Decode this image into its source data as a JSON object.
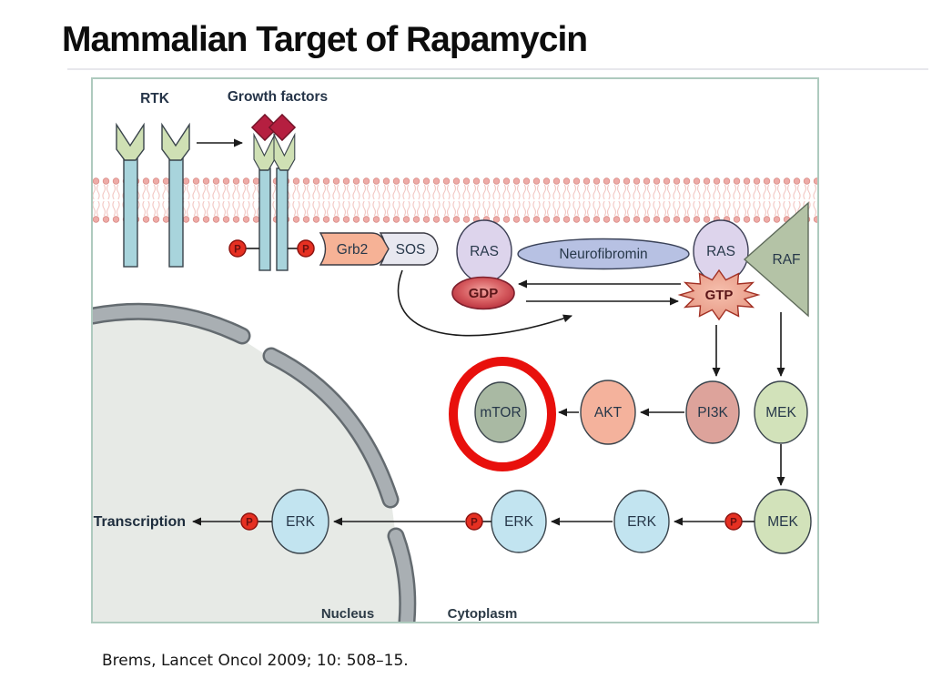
{
  "slide": {
    "title": "Mammalian Target of Rapamycin",
    "citation": "Brems, Lancet Oncol 2009; 10: 508–15."
  },
  "figure": {
    "receptor_section": {
      "rtk_label": "RTK",
      "growth_factors_label": "Growth factors"
    },
    "adapters": {
      "grb2": "Grb2",
      "sos": "SOS"
    },
    "ras_cycle": {
      "ras_inactive": "RAS",
      "gdp": "GDP",
      "neurofibromin": "Neurofibromin",
      "ras_active": "RAS",
      "gtp": "GTP",
      "raf": "RAF"
    },
    "akt_branch": {
      "mtor": "mTOR",
      "akt": "AKT",
      "pi3k": "PI3K"
    },
    "mapk_branch": {
      "mek_upper": "MEK",
      "mek_lower": "MEK",
      "erk_outer": "ERK",
      "erk_inner": "ERK",
      "erk_nuclear": "ERK"
    },
    "phosphate_label": "P",
    "transcription_label": "Transcription",
    "compartments": {
      "nucleus": "Nucleus",
      "cytoplasm": "Cytoplasm"
    },
    "colors": {
      "highlight_ring": "#e8100c",
      "phosphate_red": "#e63022",
      "membrane_pink": "#efaca8",
      "receptor_stem_blue": "#a8d4dc",
      "receptor_head_green": "#cfe0b4",
      "growth_factor_crimson": "#b51f40",
      "grb2_salmon": "#f6b296",
      "sos_gray": "#e8e8f0",
      "ras_lavender": "#ddd4ec",
      "gdp_red": "#c23540",
      "gtp_salmon": "#e89078",
      "neurofibromin_blue": "#b7c1e3",
      "raf_green": "#b4c3a6",
      "mtor_sage": "#a9b9a3",
      "akt_peach": "#f4b29c",
      "pi3k_rose": "#dda39b",
      "mek_green": "#d2e2ba",
      "erk_blue": "#c2e4f0",
      "nucleus_gray": "#e7eae6",
      "envelope_gray": "#a9afb3",
      "panel_border": "#aecabe"
    }
  }
}
